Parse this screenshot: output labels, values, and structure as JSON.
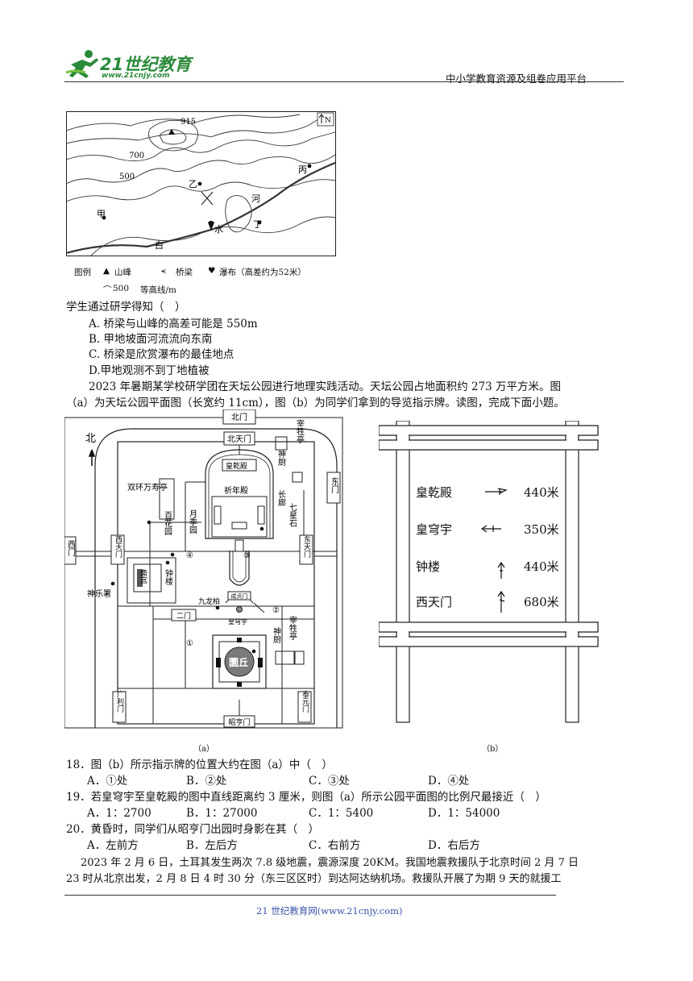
{
  "header": {
    "logo_main": "21世纪教育",
    "logo_sub": "www.21cnjy.com",
    "platform": "中小学教育资源及组卷应用平台"
  },
  "topo_map": {
    "labels": {
      "peak_height": "915",
      "c700": "700",
      "c500": "500",
      "jia": "甲",
      "yi": "乙",
      "bing": "丙",
      "ding": "丁",
      "he": "河",
      "bai": "白",
      "shui": "水",
      "north": "N"
    },
    "legend": {
      "title": "图例",
      "peak": "山峰",
      "bridge": "桥梁",
      "waterfall": "瀑布（高差约为52米）",
      "contour_value": "500",
      "contour": "等高线/m"
    }
  },
  "question17": {
    "stem": "学生通过研学得知（　）",
    "options": [
      "A. 桥梁与山峰的高差可能是 550m",
      "B. 甲地坡面河流流向东南",
      "C. 桥梁是欣赏瀑布的最佳地点",
      "D.甲地观测不到丁地植被"
    ]
  },
  "intro": {
    "line1": "2023 年暑期某学校研学团在天坛公园进行地理实践活动。天坛公园占地面积约 273 万平方米。图",
    "line2": "（a）为天坛公园平面图（长宽约 11cm），图（b）为同学们拿到的导览指示牌。读图，完成下面小题。"
  },
  "park_map": {
    "north": "北",
    "gates": {
      "north_gate": "北门",
      "bei_tian_men": "北天门",
      "east_gate": "东门",
      "west_gate": "西门",
      "xi_tian_men": "西天门",
      "dong_tian_men": "东天门",
      "er_ceng_men": "二门",
      "guang_li_men": "广利门",
      "tai_yuan_men": "泰元门",
      "zhao_heng_men": "昭亨门",
      "cheng_zhen_men": "成贞门"
    },
    "buildings": {
      "huang_qian_dian": "皇乾殿",
      "qi_nian_dian": "祈年殿",
      "shen_chu": "神厨",
      "zai_sheng_ting": "宰牲亭",
      "chang_lang": "长廊",
      "qi_xing_shi": "七星石",
      "shuang_huan": "双环万寿亭",
      "bai_hua_yuan": "百花园",
      "yue_ji_yuan": "月季园",
      "zhai_gong": "斋宫",
      "zhong_lou": "钟楼",
      "shen_yue_shu": "神乐署",
      "jiu_long_bai": "九龙柏",
      "huang_qiong_yu": "皇穹宇",
      "shen_chu_2": "神厨",
      "zai_sheng_ting_2": "宰牲亭",
      "yuan_qiu": "圜丘"
    },
    "markers": [
      "①",
      "②",
      "③",
      "④"
    ],
    "caption": "（a）"
  },
  "sign": {
    "rows": [
      {
        "name": "皇乾殿",
        "distance": "440米"
      },
      {
        "name": "皇穹宇",
        "distance": "350米"
      },
      {
        "name": "钟楼",
        "distance": "440米"
      },
      {
        "name": "西天门",
        "distance": "680米"
      }
    ],
    "caption": "（b）"
  },
  "q18": {
    "stem": "18．图（b）所示指示牌的位置大约在图（a）中（　）",
    "options": [
      "A．①处",
      "B．②处",
      "C．③处",
      "D．④处"
    ]
  },
  "q19": {
    "stem": "19．若皇穹宇至皇乾殿的图中直线距离约 3 厘米，则图（a）所示公园平面图的比例尺最接近（　）",
    "options": [
      "A．1：2700",
      "B．1：27000",
      "C．1：5400",
      "D．1：54000"
    ]
  },
  "q20": {
    "stem": "20．黄昏时，同学们从昭亨门出园时身影在其（　）",
    "options": [
      "A．左前方",
      "B．左后方",
      "C．右前方",
      "D．右后方"
    ]
  },
  "para": {
    "line1": "2023 年 2 月 6 日，土耳其发生两次 7.8 级地震，震源深度 20KM。我国地震救援队于北京时间 2 月 7 日",
    "line2": "23 时从北京出发，2 月 8 日 4 时 30 分（东三区区时）到达阿达纳机场。救援队开展了为期 9 天的就援工"
  },
  "footer": {
    "text": "21 世纪教育网(www.21cnjy.com)"
  }
}
